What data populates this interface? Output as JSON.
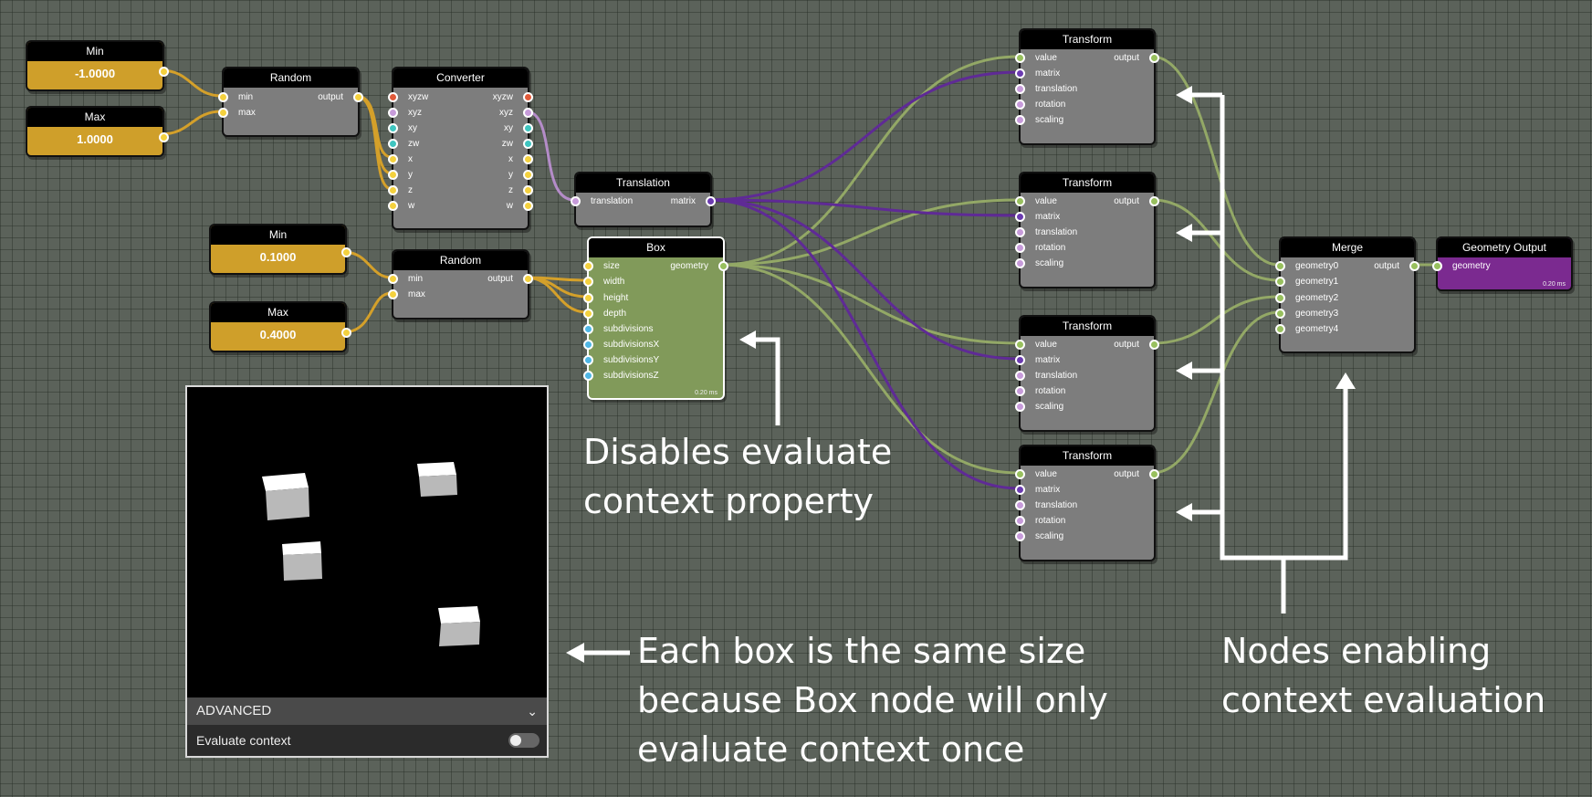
{
  "nodes": {
    "min1": {
      "title": "Min",
      "value": "-1.0000"
    },
    "max1": {
      "title": "Max",
      "value": "1.0000"
    },
    "min2": {
      "title": "Min",
      "value": "0.1000"
    },
    "max2": {
      "title": "Max",
      "value": "0.4000"
    },
    "random1": {
      "title": "Random",
      "ports_in": [
        "min",
        "max"
      ],
      "port_out": "output"
    },
    "random2": {
      "title": "Random",
      "ports_in": [
        "min",
        "max"
      ],
      "port_out": "output"
    },
    "converter": {
      "title": "Converter",
      "ports_in": [
        "xyzw",
        "xyz",
        "xy",
        "zw",
        "x",
        "y",
        "z",
        "w"
      ],
      "ports_out": [
        "xyzw",
        "xyz",
        "xy",
        "zw",
        "x",
        "y",
        "z",
        "w"
      ]
    },
    "translation": {
      "title": "Translation",
      "port_in": "translation",
      "port_out": "matrix"
    },
    "box": {
      "title": "Box",
      "ports_in": [
        "size",
        "width",
        "height",
        "depth",
        "subdivisions",
        "subdivisionsX",
        "subdivisionsY",
        "subdivisionsZ"
      ],
      "port_out": "geometry",
      "timing": "0.20 ms"
    },
    "transform": {
      "title": "Transform",
      "ports_in": [
        "value",
        "matrix",
        "translation",
        "rotation",
        "scaling"
      ],
      "port_out": "output"
    },
    "merge": {
      "title": "Merge",
      "ports_in": [
        "geometry0",
        "geometry1",
        "geometry2",
        "geometry3",
        "geometry4"
      ],
      "port_out": "output"
    },
    "geometry_output": {
      "title": "Geometry Output",
      "port_in": "geometry",
      "timing": "0.20 ms"
    }
  },
  "preview": {
    "advanced_label": "ADVANCED",
    "evaluate_context_label": "Evaluate context",
    "evaluate_context_enabled": false
  },
  "annotations": {
    "box_note_line1": "Disables evaluate",
    "box_note_line2": "context property",
    "preview_note_line1": "Each box is the same size",
    "preview_note_line2": "because Box node will only",
    "preview_note_line3": "evaluate context once",
    "transform_note_line1": "Nodes enabling",
    "transform_note_line2": "context evaluation"
  },
  "colors": {
    "canvas": "#5b625a",
    "number_node": "#cf9f2a",
    "box_node": "#819a5a",
    "geometry_output_node": "#7b2a90",
    "wire_number": "#d4a02a",
    "wire_matrix": "#5f2a96",
    "wire_geometry": "#93a866",
    "wire_vector": "#b48cc8"
  }
}
